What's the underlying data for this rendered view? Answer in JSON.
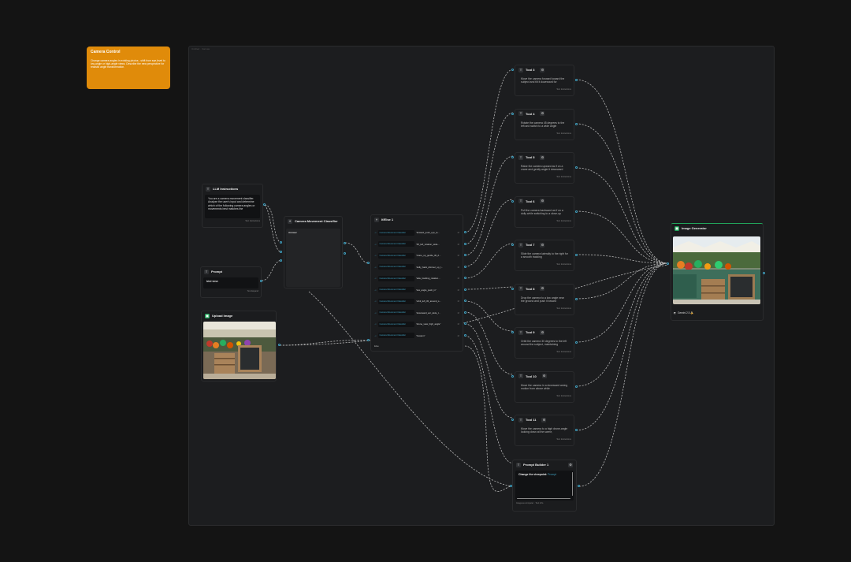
{
  "sticky_note": {
    "title": "Camera Control",
    "description": "Change camera angles in existing photos - shift from eye-level to low-angle or high-angle views. Describe the new perspective for realistic angle transformation."
  },
  "canvas": {
    "label": "Untitled · Canvas"
  },
  "llm_node": {
    "title": "LLM Instructions",
    "text": "You are a camera movement classifier. Analyze the user's input and determine which of the following camera angles or movements best matches the",
    "note": "Text Instructions"
  },
  "prompt_node": {
    "title": "Prompt",
    "text": "bird view",
    "note": "Text Expand"
  },
  "upload_node": {
    "title": "Upload Image"
  },
  "classifier_node": {
    "title": "Camera Movement Classifier",
    "field": "Answer"
  },
  "router_node": {
    "title": "If/Else 1",
    "input_label": "Camera Movement Classifier",
    "rows": [
      {
        "op": "contains",
        "value": "\"forward_push_eye_le..."
      },
      {
        "op": "contains",
        "value": "\"45_left_rotation_wide..."
      },
      {
        "op": "contains",
        "value": "\"crane_up_gentle_tilt_d..."
      },
      {
        "op": "contains",
        "value": "\"dolly_back_dimmer_up_l..."
      },
      {
        "op": "contains",
        "value": "\"side_tracking_rotation..."
      },
      {
        "op": "contains",
        "value": "\"low_angle_push_in\""
      },
      {
        "op": "contains",
        "value": "\"orbit_left_30_around_s..."
      },
      {
        "op": "contains",
        "value": "\"downward_arc_wide_l..."
      },
      {
        "op": "contains",
        "value": "\"drone_view_high_angle\""
      },
      {
        "op": "contains",
        "value": "\"Custom\""
      }
    ],
    "else_label": "Else"
  },
  "tools": [
    {
      "title": "Tool 3",
      "text": "Move the camera forward toward the subject and tilt it downward for",
      "note": "Text Instructions"
    },
    {
      "title": "Tool 4",
      "text": "Rotate the camera 45 degrees to the left and switch to a wide angle",
      "note": "Text Instructions"
    },
    {
      "title": "Tool 5",
      "text": "Raise the camera upward as if on a crane and gently angle it downward",
      "note": "Text Instructions"
    },
    {
      "title": "Tool 6",
      "text": "Pull the camera backward as if on a dolly while switching to a close-up",
      "note": "Text Instructions"
    },
    {
      "title": "Tool 7",
      "text": "Slide the camera laterally to the right for a smooth tracking",
      "note": "Text Instructions"
    },
    {
      "title": "Tool 8",
      "text": "Drop the camera to a low angle near the ground and push it toward",
      "note": "Text Instructions"
    },
    {
      "title": "Tool 9",
      "text": "Orbit the camera 30 degrees to the left around the subject, maintaining",
      "note": "Text Instructions"
    },
    {
      "title": "Tool 10",
      "text": "Move the camera in a downward arcing motion from above while",
      "note": "Text Instructions"
    },
    {
      "title": "Tool 11",
      "text": "Move the camera to a high drone-angle looking down at the scene,",
      "note": "Text Instructions"
    }
  ],
  "prompt_builder": {
    "title": "Prompt Builder 1",
    "text_prefix": "Change the viewpoint:",
    "text_var": "Prompt",
    "note": "Image as computer · Text Info"
  },
  "image_generator": {
    "title": "Image Generator",
    "model": "Gemini 2.5 🍌"
  },
  "colors": {
    "background": "#141414",
    "canvas": "#1c1d1f",
    "sticky": "#e08b0a",
    "accent": "#3fa0c0",
    "generator": "#21a35a"
  }
}
